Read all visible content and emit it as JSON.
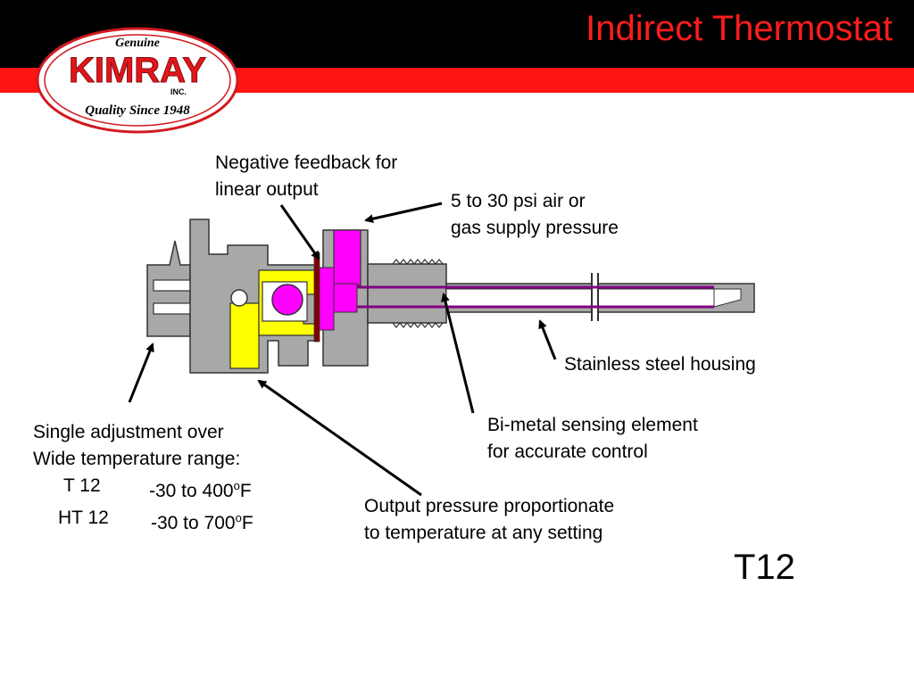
{
  "header": {
    "title": "Indirect Thermostat",
    "bar_color_black": "#000000",
    "bar_color_red": "#ff1414",
    "title_color": "#ff1c1c"
  },
  "logo": {
    "top_word": "Genuine",
    "brand": "KIMRAY",
    "suffix": "INC.",
    "tagline": "Quality Since 1948",
    "brand_color": "#e0161b"
  },
  "labels": {
    "negative_feedback": [
      "Negative feedback for",
      "linear output"
    ],
    "supply_pressure": [
      "5 to 30 psi air or",
      "gas supply pressure"
    ],
    "housing": "Stainless steel housing",
    "bimetal": [
      "Bi-metal sensing element",
      "for accurate control"
    ],
    "output_pressure": [
      "Output pressure proportionate",
      "to temperature at any setting"
    ],
    "adjustment": {
      "line1": "Single adjustment over",
      "line2": "Wide temperature range:",
      "ranges": [
        {
          "model": "T 12",
          "range": "-30 to 400",
          "unit_sup": "o",
          "unit": "F"
        },
        {
          "model": "HT 12",
          "range": "-30 to 700",
          "unit_sup": "o",
          "unit": "F"
        }
      ]
    }
  },
  "model": "T12",
  "colors": {
    "body_gray": "#a8a8a8",
    "yellow": "#ffff00",
    "magenta": "#ff00ff",
    "purple_line": "#800080"
  }
}
